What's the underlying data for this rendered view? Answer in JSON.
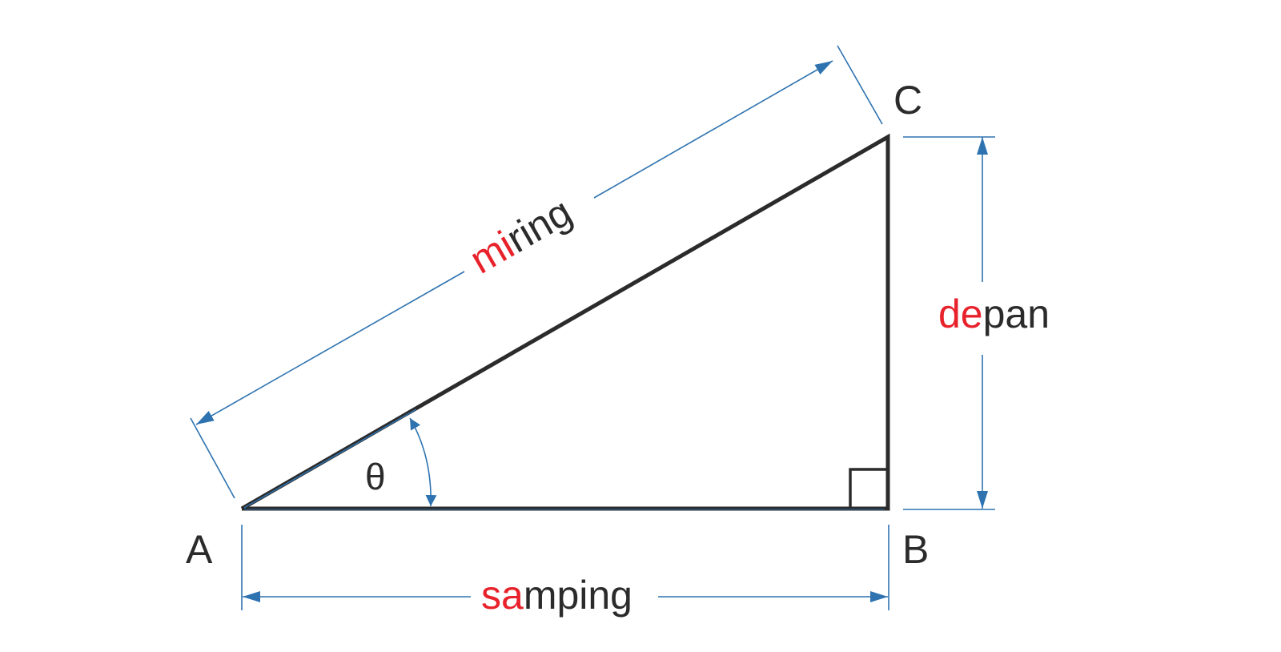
{
  "diagram": {
    "type": "right-triangle",
    "vertices": {
      "A": {
        "label": "A"
      },
      "B": {
        "label": "B"
      },
      "C": {
        "label": "C"
      }
    },
    "angle": {
      "label": "θ"
    },
    "sides": {
      "hypotenuse": {
        "highlight": "mi",
        "rest": "ring",
        "full": "miring"
      },
      "opposite": {
        "highlight": "de",
        "rest": "pan",
        "full": "depan"
      },
      "adjacent": {
        "highlight": "sa",
        "rest": "mping",
        "full": "samping"
      }
    },
    "colors": {
      "triangle": "#2b2b2b",
      "dimension_lines": "#2e73b0",
      "highlight_text": "#e8222b",
      "text": "#2b2b2b"
    }
  }
}
